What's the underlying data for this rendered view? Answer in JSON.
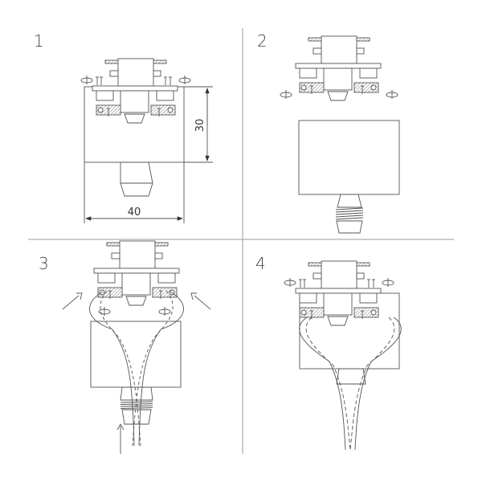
{
  "steps": [
    {
      "label": "1"
    },
    {
      "label": "2"
    },
    {
      "label": "3"
    },
    {
      "label": "4"
    }
  ],
  "dimensions": {
    "height": "30",
    "width": "40"
  },
  "colors": {
    "line": "#555555",
    "divider": "#999999",
    "background": "#ffffff"
  }
}
